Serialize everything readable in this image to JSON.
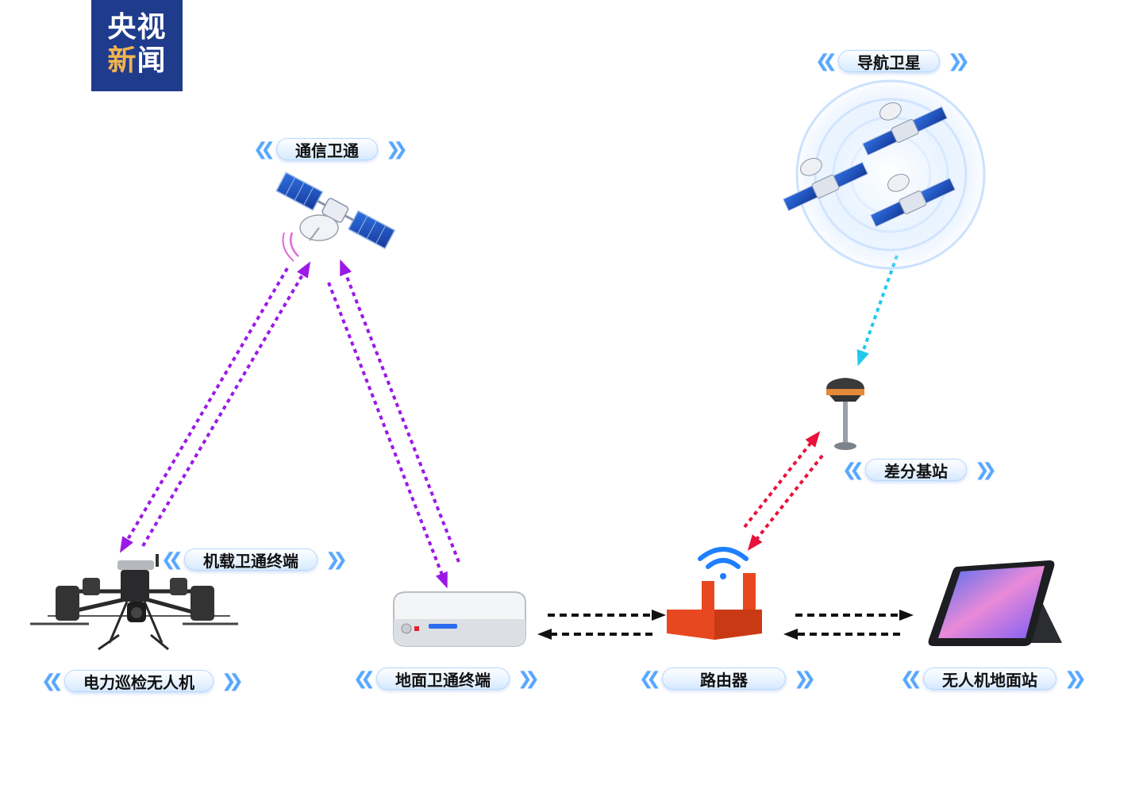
{
  "logo": {
    "line1": "央视",
    "line2a": "新",
    "line2b": "闻"
  },
  "labels": {
    "comm_satellite": "通信卫通",
    "nav_satellite": "导航卫星",
    "differential_base": "差分基站",
    "airborne_terminal": "机载卫通终端",
    "drone": "电力巡检无人机",
    "ground_terminal": "地面卫通终端",
    "router": "路由器",
    "ground_station": "无人机地面站"
  },
  "colors": {
    "satcom_link": "#9b19e6",
    "gnss_link": "#20c8ee",
    "rtk_link": "#e8123a",
    "lan_link": "#111111",
    "label_chevron": "#58a7ff",
    "router": "#e8481f",
    "logo_bg": "#1f3b8c"
  },
  "icons": [
    "satellite-icon",
    "navigation-satellites-icon",
    "gnss-base-station-icon",
    "drone-icon",
    "ground-terminal-icon",
    "router-icon",
    "tablet-icon",
    "wifi-icon"
  ]
}
